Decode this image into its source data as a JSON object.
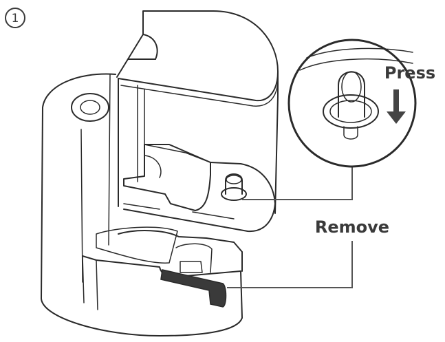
{
  "step_number": "①",
  "callouts": {
    "press_label": "Press",
    "remove_label": "Remove"
  },
  "colors": {
    "line": "#2a2a2a",
    "label": "#3a3a3a",
    "tab_fill": "#3a3a3a",
    "arrow_fill": "#444444"
  },
  "icons": {
    "press_arrow": "down-arrow-icon"
  }
}
